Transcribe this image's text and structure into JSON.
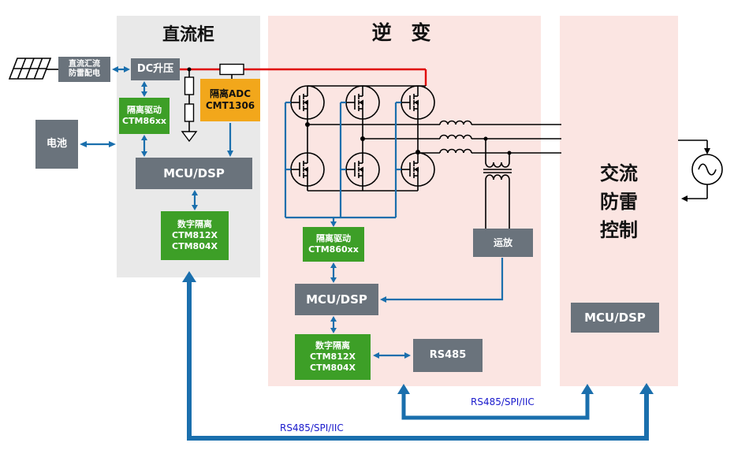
{
  "colors": {
    "region_gray": "#e9e9e9",
    "region_pink": "#fbe5e2",
    "box_gray": "#6a737c",
    "box_green": "#3d9f27",
    "box_orange": "#f2a71b",
    "arrow_blue": "#1a6fad",
    "wire_red": "#e00000",
    "label_blue": "#1a1acc"
  },
  "regions": {
    "dc_cabinet": {
      "title": "直流柜"
    },
    "inverter": {
      "title": "逆 变"
    },
    "ac_control": {
      "line1": "交流",
      "line2": "防雷",
      "line3": "控制"
    }
  },
  "blocks": {
    "pv_combiner": {
      "line1": "直流汇流",
      "line2": "防雷配电"
    },
    "dc_boost": {
      "label": "DC升压"
    },
    "iso_adc": {
      "line1": "隔离ADC",
      "line2": "CMT1306"
    },
    "iso_driver_dc": {
      "line1": "隔离驱动",
      "line2": "CTM86xx"
    },
    "battery": {
      "label": "电池"
    },
    "mcu_dc": {
      "label": "MCU/DSP"
    },
    "digital_iso_dc": {
      "line1": "数字隔离",
      "line2": "CTM812X",
      "line3": "CTM804X"
    },
    "iso_driver_inv": {
      "line1": "隔离驱动",
      "line2": "CTM860xx"
    },
    "mcu_inv": {
      "label": "MCU/DSP"
    },
    "digital_iso_inv": {
      "line1": "数字隔离",
      "line2": "CTM812X",
      "line3": "CTM804X"
    },
    "opamp": {
      "label": "运放"
    },
    "rs485": {
      "label": "RS485"
    },
    "mcu_ac": {
      "label": "MCU/DSP"
    }
  },
  "bus_labels": {
    "inner": "RS485/SPI/IIC",
    "outer": "RS485/SPI/IIC"
  },
  "icons": {
    "pv_panel": "solar-panel-grid",
    "mosfet": "mosfet-transistor-symbol",
    "inductor": "inductor-coil-symbol",
    "transformer": "transformer-symbol",
    "ac_source": "ac-sine-source-symbol",
    "ground": "ground-triangle-symbol",
    "resistor": "resistor-rect-symbol"
  }
}
